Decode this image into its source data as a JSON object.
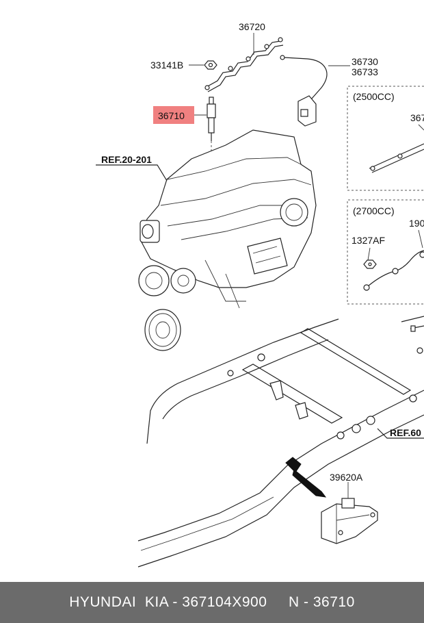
{
  "diagram": {
    "labels": {
      "p36720": "36720",
      "p33141B": "33141B",
      "p36730": "36730",
      "p36733": "36733",
      "p36710": "36710",
      "ref_engine": "REF.20-201",
      "box1_title": "(2500CC)",
      "box1_part": "367",
      "box2_title": "(2700CC)",
      "box2_part": "190",
      "p1327AF": "1327AF",
      "ref_frame": "REF.60",
      "p39620A": "39620A"
    },
    "highlight_color": "#f08080"
  },
  "footer": {
    "text": "HYUNDAI  KIA - 367104X900     N - 36710"
  }
}
